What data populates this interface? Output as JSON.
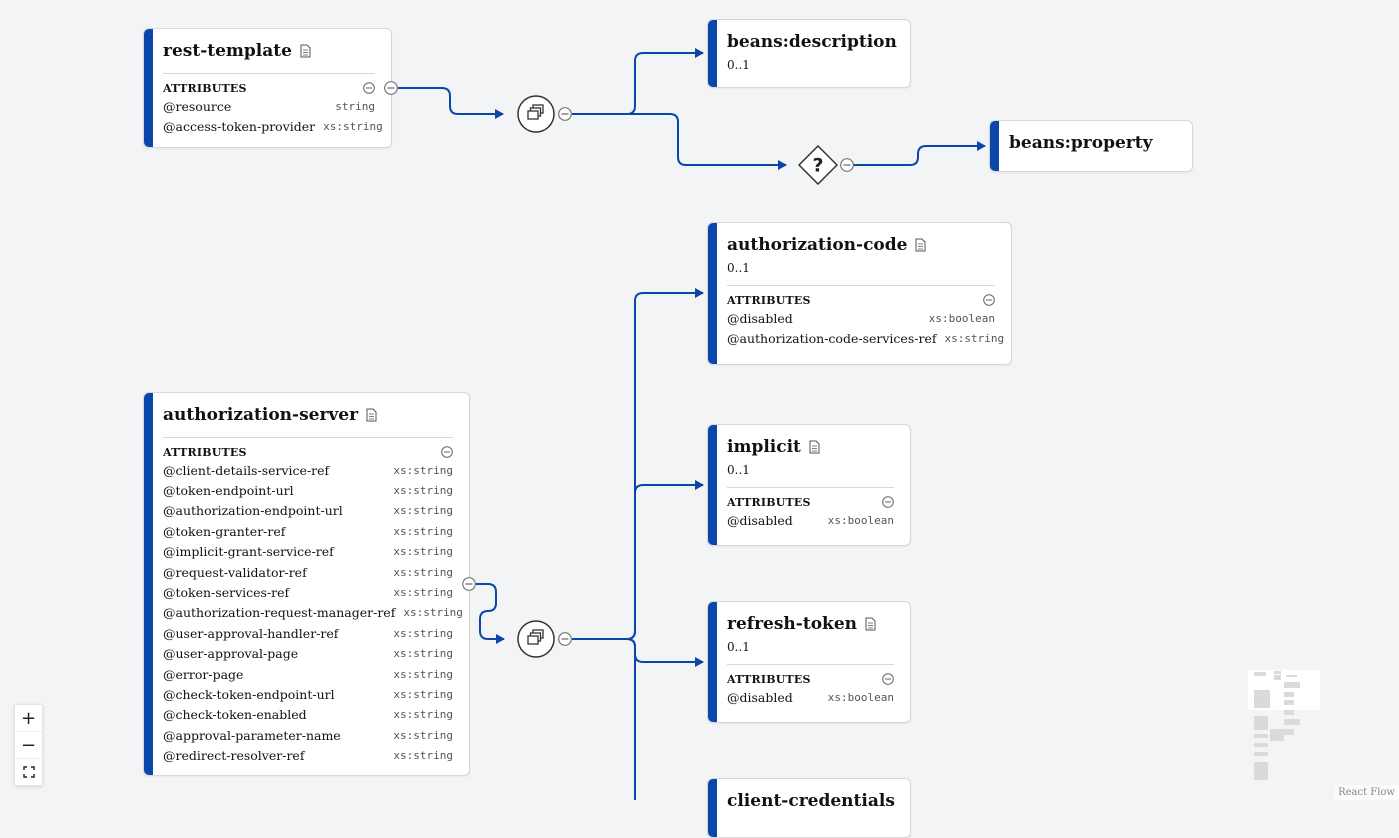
{
  "nodes": {
    "rest_template": {
      "title": "rest-template",
      "attrs_label": "ATTRIBUTES",
      "attributes": [
        {
          "name": "@resource",
          "type": "string"
        },
        {
          "name": "@access-token-provider",
          "type": "xs:string"
        }
      ]
    },
    "beans_description": {
      "title": "beans:description",
      "cardinality": "0..1"
    },
    "beans_property": {
      "title": "beans:property"
    },
    "choice_label": "?",
    "authorization_code": {
      "title": "authorization-code",
      "cardinality": "0..1",
      "attrs_label": "ATTRIBUTES",
      "attributes": [
        {
          "name": "@disabled",
          "type": "xs:boolean"
        },
        {
          "name": "@authorization-code-services-ref",
          "type": "xs:string"
        }
      ]
    },
    "implicit": {
      "title": "implicit",
      "cardinality": "0..1",
      "attrs_label": "ATTRIBUTES",
      "attributes": [
        {
          "name": "@disabled",
          "type": "xs:boolean"
        }
      ]
    },
    "refresh_token": {
      "title": "refresh-token",
      "cardinality": "0..1",
      "attrs_label": "ATTRIBUTES",
      "attributes": [
        {
          "name": "@disabled",
          "type": "xs:boolean"
        }
      ]
    },
    "client_credentials": {
      "title": "client-credentials"
    },
    "authorization_server": {
      "title": "authorization-server",
      "attrs_label": "ATTRIBUTES",
      "attributes": [
        {
          "name": "@client-details-service-ref",
          "type": "xs:string"
        },
        {
          "name": "@token-endpoint-url",
          "type": "xs:string"
        },
        {
          "name": "@authorization-endpoint-url",
          "type": "xs:string"
        },
        {
          "name": "@token-granter-ref",
          "type": "xs:string"
        },
        {
          "name": "@implicit-grant-service-ref",
          "type": "xs:string"
        },
        {
          "name": "@request-validator-ref",
          "type": "xs:string"
        },
        {
          "name": "@token-services-ref",
          "type": "xs:string"
        },
        {
          "name": "@authorization-request-manager-ref",
          "type": "xs:string"
        },
        {
          "name": "@user-approval-handler-ref",
          "type": "xs:string"
        },
        {
          "name": "@user-approval-page",
          "type": "xs:string"
        },
        {
          "name": "@error-page",
          "type": "xs:string"
        },
        {
          "name": "@check-token-endpoint-url",
          "type": "xs:string"
        },
        {
          "name": "@check-token-enabled",
          "type": "xs:string"
        },
        {
          "name": "@approval-parameter-name",
          "type": "xs:string"
        },
        {
          "name": "@redirect-resolver-ref",
          "type": "xs:string"
        }
      ]
    }
  },
  "controls": {
    "zoom_in": "+",
    "zoom_out": "−",
    "fit": "fit-view-icon"
  },
  "attribution": "React Flow",
  "colors": {
    "edge": "#0a47a9",
    "node_bar": "#0a47a9",
    "background": "#f3f4f6"
  }
}
